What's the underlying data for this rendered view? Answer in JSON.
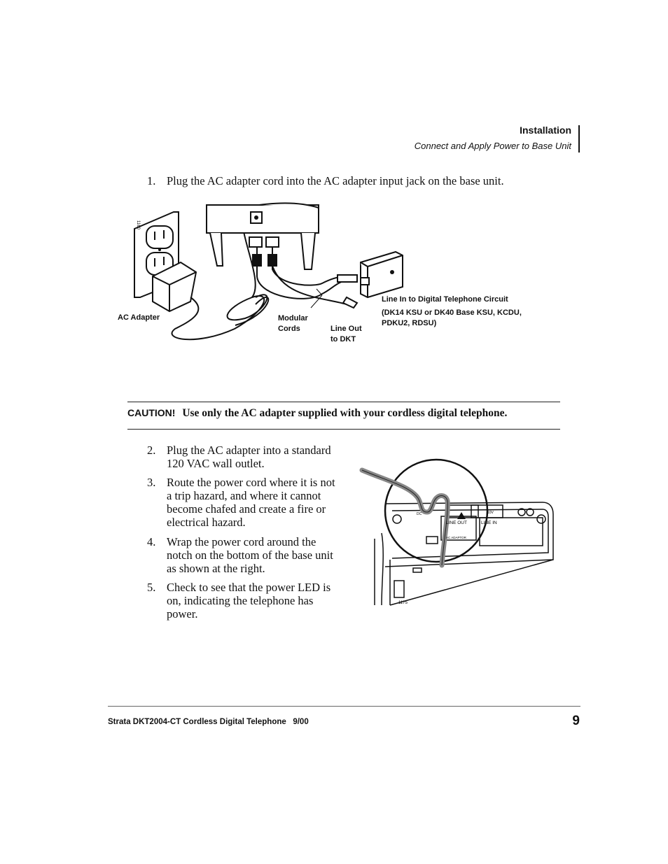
{
  "header": {
    "section": "Installation",
    "subsection": "Connect and Apply Power to Base Unit"
  },
  "steps": [
    {
      "number": "1.",
      "text": "Plug the AC adapter cord into the AC adapter input jack on the base unit."
    },
    {
      "number": "2.",
      "lines": [
        "Plug the AC adapter into a standard",
        "120 VAC wall outlet."
      ]
    },
    {
      "number": "3.",
      "lines": [
        "Route the power cord where it is not",
        "a trip hazard, and where it cannot",
        "become chafed and create a fire or",
        "electrical hazard."
      ]
    },
    {
      "number": "4.",
      "lines": [
        "Wrap the power cord around the",
        "notch on the bottom of the base unit",
        "as shown at the right."
      ]
    },
    {
      "number": "5.",
      "lines": [
        "Check to see that the power LED is",
        "on, indicating the telephone has",
        "power."
      ]
    }
  ],
  "figure1": {
    "labels": {
      "ac_adapter": "AC Adapter",
      "modular_cords_1": "Modular",
      "modular_cords_2": "Cords",
      "line_out_1": "Line Out",
      "line_out_2": "to DKT",
      "line_in_title": "Line In to Digital Telephone Circuit",
      "line_in_detail_1": "(DK14 KSU or DK40 Base KSU, KCDU,",
      "line_in_detail_2": "PDKU2, RDSU)"
    },
    "figure_number": "1160"
  },
  "figure2": {
    "labels": {
      "dc_label": "DC",
      "volt_label": "10V",
      "line_out": "LINE OUT",
      "line_in": "LINE IN",
      "ac_adaptor": "AC ADAPTOR"
    },
    "figure_number": "1175"
  },
  "caution": {
    "label": "CAUTION!",
    "message": "Use only the AC adapter supplied with your cordless digital telephone."
  },
  "footer": {
    "title": "Strata DKT2004-CT Cordless Digital Telephone   9/00",
    "page_number": "9"
  }
}
